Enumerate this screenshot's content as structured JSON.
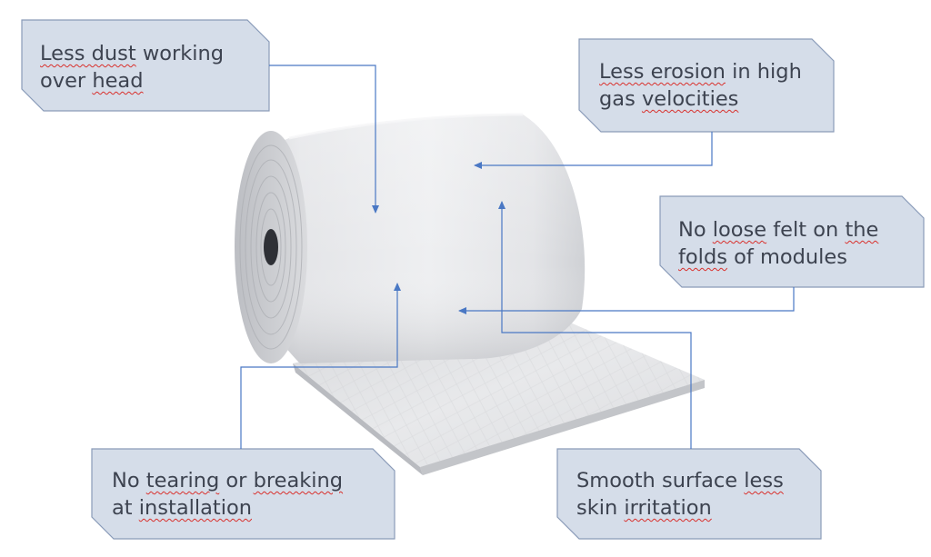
{
  "colors": {
    "callout_fill": "#d5dde9",
    "callout_border": "#8a9bb8",
    "connector": "#4a78c4",
    "text": "#3d4350",
    "spellcheck_underline": "#d9302c",
    "felt": "#e9eaec"
  },
  "product_image": {
    "subject": "ceramic-fiber-blanket-roll"
  },
  "callouts": {
    "less_dust": {
      "line1": "Less dust working",
      "line2": "over head"
    },
    "less_erosion": {
      "line1": "Less erosion in high",
      "line2": "gas velocities"
    },
    "no_loose_felt": {
      "line1": "No loose felt on the",
      "line2": "folds of modules"
    },
    "no_tearing": {
      "line1": "No tearing or breaking",
      "line2": "at installation"
    },
    "smooth_surface": {
      "line1": "Smooth surface less",
      "line2": "skin irritation"
    }
  }
}
